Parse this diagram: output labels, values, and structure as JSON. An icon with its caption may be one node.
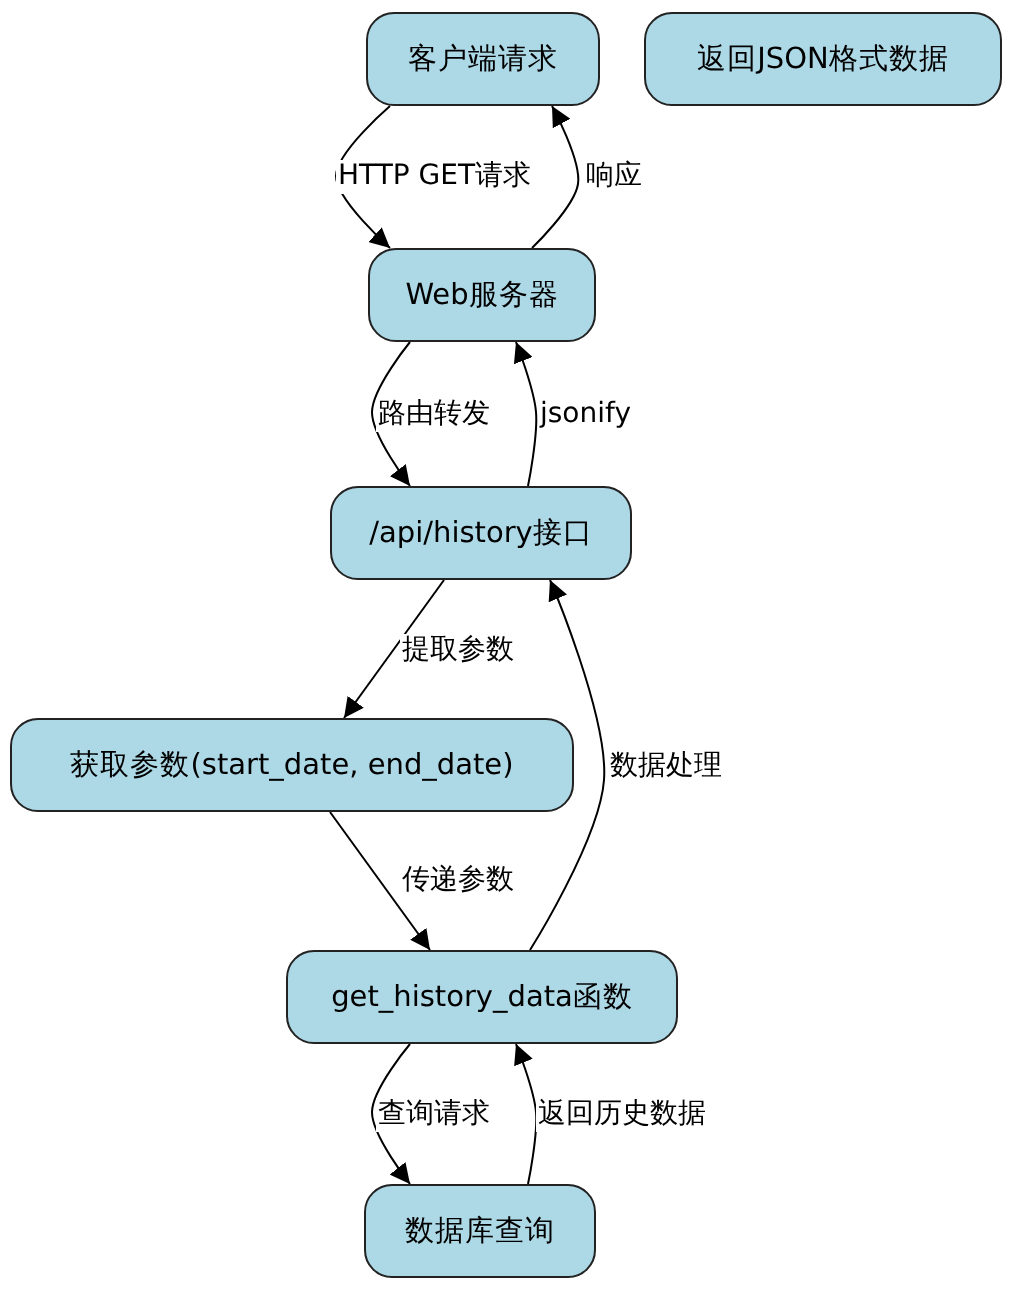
{
  "diagram": {
    "nodes": [
      {
        "text": [
          "客户端请求"
        ]
      },
      {
        "text": [
          "返回JSON格式数据"
        ]
      },
      {
        "text": [
          "Web服务器"
        ]
      },
      {
        "text": [
          "/api/history接口"
        ]
      },
      {
        "text": [
          "获取参数(start_date, end_date)"
        ]
      },
      {
        "text": [
          "get_history_data函数"
        ]
      },
      {
        "text": [
          "数据库查询"
        ]
      }
    ],
    "edges": [
      {
        "from": 0,
        "to": 2,
        "arrow": "to",
        "label": "HTTP GET请求"
      },
      {
        "from": 2,
        "to": 0,
        "arrow": "to",
        "label": "响应"
      },
      {
        "from": 2,
        "to": 3,
        "arrow": "to",
        "label": "路由转发"
      },
      {
        "from": 3,
        "to": 2,
        "arrow": "to",
        "label": "jsonify"
      },
      {
        "from": 3,
        "to": 4,
        "arrow": "to",
        "label": "提取参数"
      },
      {
        "from": 4,
        "to": 5,
        "arrow": "to",
        "label": "传递参数"
      },
      {
        "from": 5,
        "to": 3,
        "arrow": "to",
        "label": "数据处理"
      },
      {
        "from": 5,
        "to": 6,
        "arrow": "to",
        "label": "查询请求"
      },
      {
        "from": 6,
        "to": 5,
        "arrow": "to",
        "label": "返回历史数据"
      }
    ]
  }
}
